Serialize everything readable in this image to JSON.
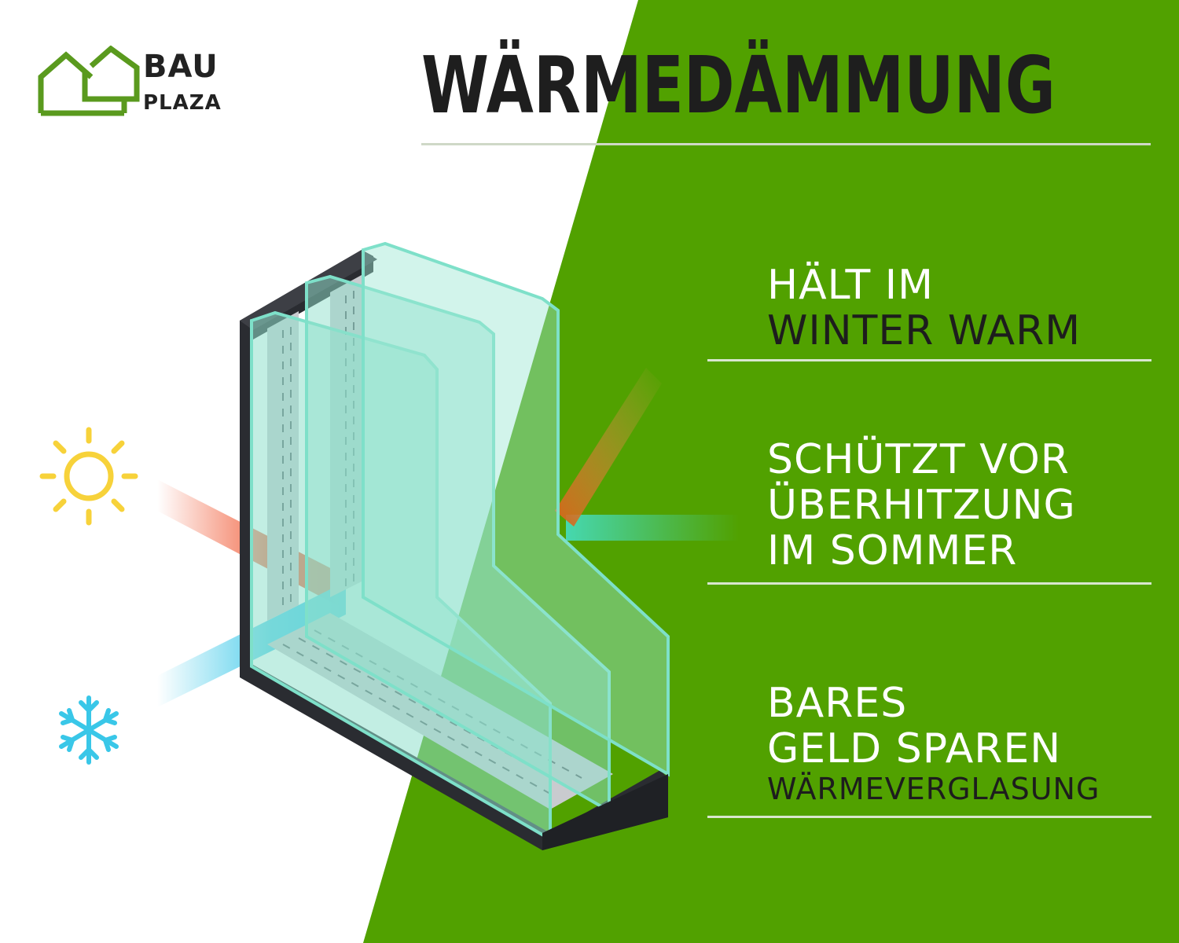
{
  "brand": {
    "name_line1": "BAU",
    "name_line2": "PLAZA",
    "logo_icon": "house-outline-icon",
    "color": "#5a9a1e"
  },
  "title": "WÄRMEDÄMMUNG",
  "features": [
    {
      "lines": [
        "HÄLT IM",
        "WINTER WARM"
      ]
    },
    {
      "lines": [
        "SCHÜTZT VOR",
        "ÜBERHITZUNG",
        "IM SOMMER"
      ]
    },
    {
      "lines": [
        "BARES",
        "GELD SPAREN"
      ],
      "sub": "WÄRMEVERGLASUNG"
    }
  ],
  "icons": {
    "sun": "sun-icon",
    "snow": "snowflake-icon",
    "window": "triple-glazing-window-icon"
  },
  "colors": {
    "green": "#51a100",
    "sun": "#f7d23a",
    "snow": "#39c7e8",
    "heat_ray": "#f0552f",
    "frame": "#2a2c31",
    "glass": "#8fe0cc"
  }
}
